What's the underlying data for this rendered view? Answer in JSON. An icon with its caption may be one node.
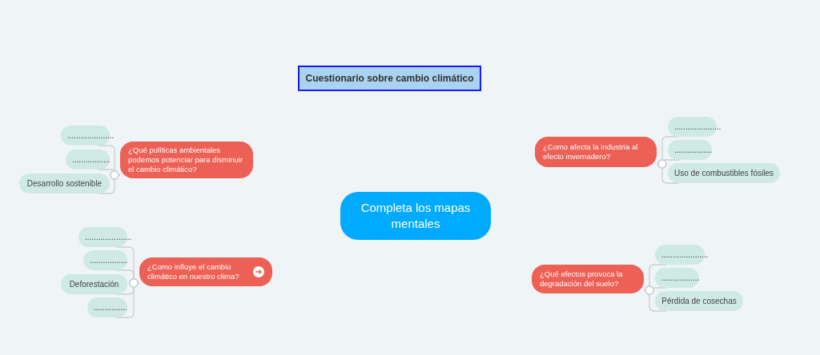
{
  "diagram": {
    "nodes": [
      {
        "text": [
          "Cuestionario sobre cambio climático"
        ]
      },
      {
        "text": [
          "Completa los mapas mentales"
        ]
      },
      {
        "text": [
          "¿Qué políticas ambientales podemos potenciar para disminuir el cambio climático?"
        ]
      },
      {
        "text": [
          "....................."
        ]
      },
      {
        "text": [
          "................."
        ]
      },
      {
        "text": [
          "Desarrollo sostenible"
        ]
      },
      {
        "text": [
          "¿Como influye el cambio climático en nuestro clima?"
        ]
      },
      {
        "text": [
          "....................."
        ]
      },
      {
        "text": [
          "................."
        ]
      },
      {
        "text": [
          "Deforestación"
        ]
      },
      {
        "text": [
          "..............."
        ]
      },
      {
        "text": [
          "¿Como afecta la industria al efecto invernadero?"
        ]
      },
      {
        "text": [
          "....................."
        ]
      },
      {
        "text": [
          "................."
        ]
      },
      {
        "text": [
          "Uso de combustibles fósiles"
        ]
      },
      {
        "text": [
          "¿Qué efectos provoca la degradación del suelo?"
        ]
      },
      {
        "text": [
          "....................."
        ]
      },
      {
        "text": [
          "................."
        ]
      },
      {
        "text": [
          "Pérdida de cosechas"
        ]
      }
    ],
    "edges": [
      {
        "from": 2,
        "to": 3,
        "arrow": "other"
      },
      {
        "from": 2,
        "to": 4,
        "arrow": "other"
      },
      {
        "from": 2,
        "to": 5,
        "arrow": "other"
      },
      {
        "from": 6,
        "to": 7,
        "arrow": "other"
      },
      {
        "from": 6,
        "to": 8,
        "arrow": "other"
      },
      {
        "from": 6,
        "to": 9,
        "arrow": "other"
      },
      {
        "from": 6,
        "to": 10,
        "arrow": "other"
      },
      {
        "from": 11,
        "to": 12,
        "arrow": "other"
      },
      {
        "from": 11,
        "to": 13,
        "arrow": "other"
      },
      {
        "from": 11,
        "to": 14,
        "arrow": "other"
      },
      {
        "from": 15,
        "to": 16,
        "arrow": "other"
      },
      {
        "from": 15,
        "to": 17,
        "arrow": "other"
      },
      {
        "from": 15,
        "to": 18,
        "arrow": "other"
      }
    ]
  }
}
